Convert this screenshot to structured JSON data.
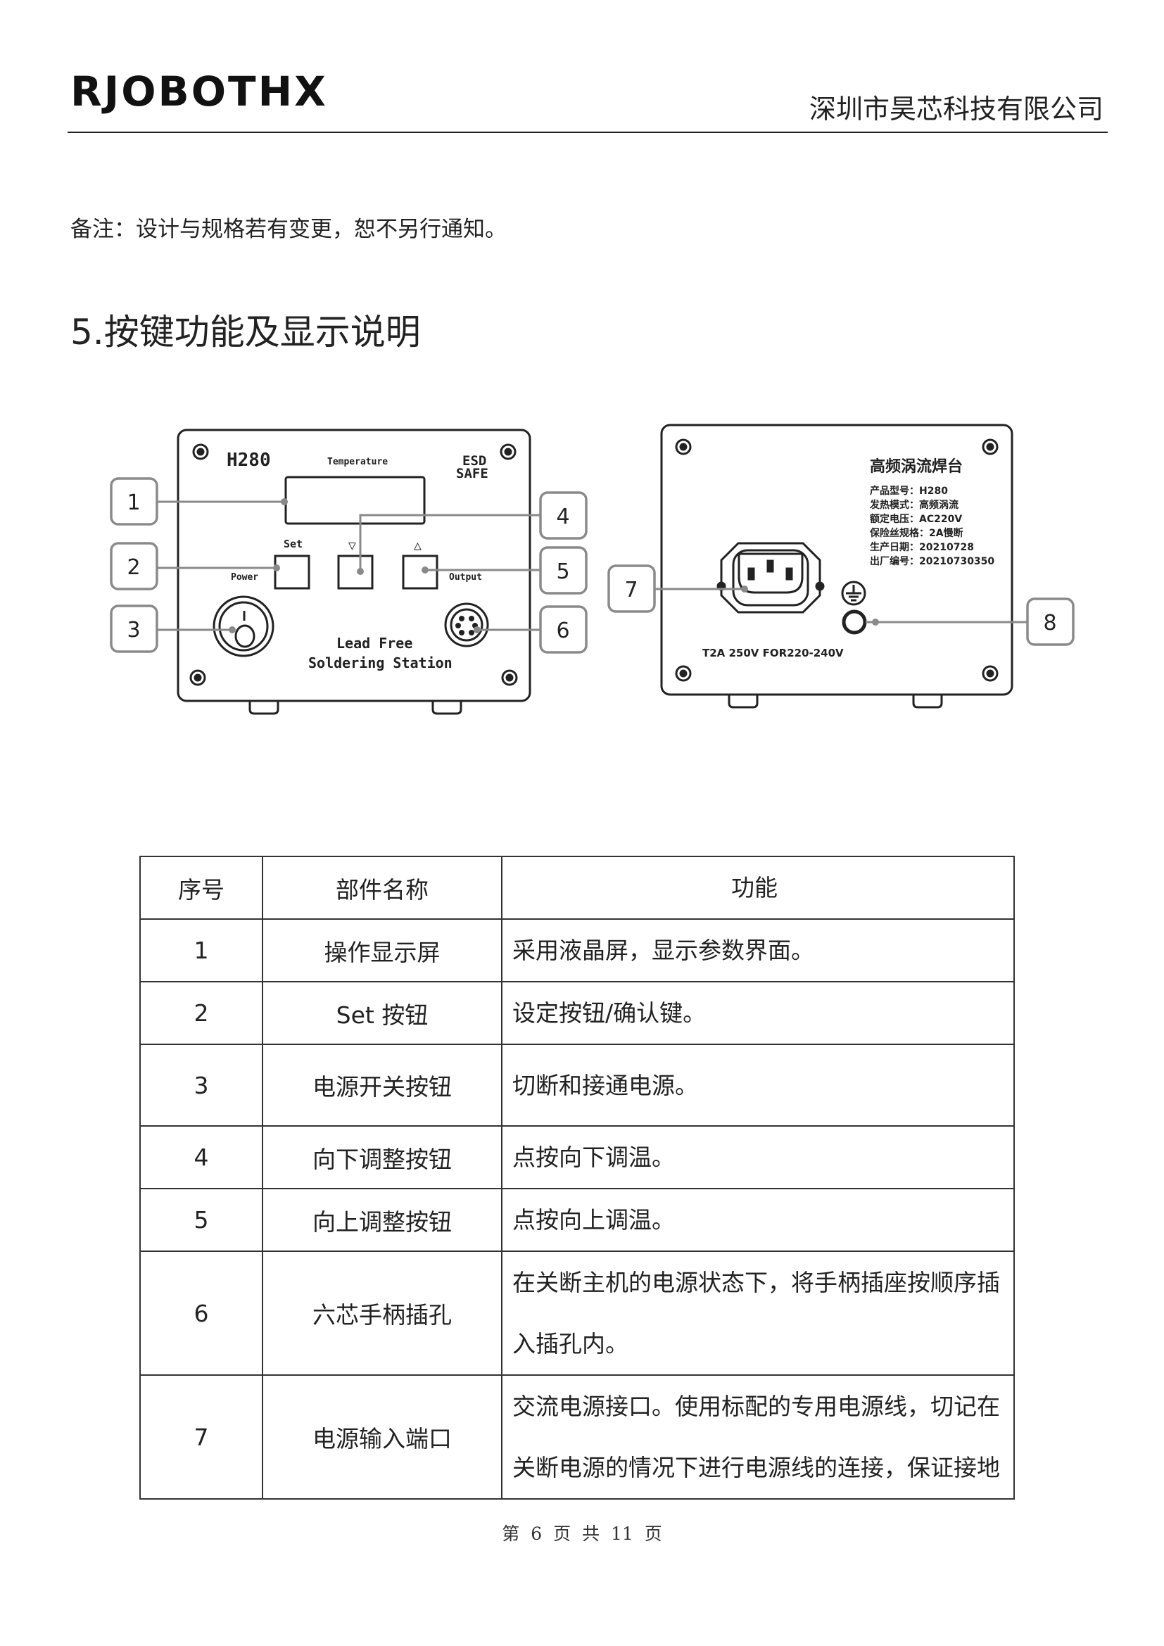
{
  "header": {
    "logo_text": "RJOBOTHX",
    "company": "深圳市昊芯科技有限公司"
  },
  "note": "备注：设计与规格若有变更，恕不另行通知。",
  "section_title": "5.按键功能及显示说明",
  "front_panel": {
    "model": "H280",
    "display_label": "Temperature",
    "esd_line1": "ESD",
    "esd_line2": "SAFE",
    "set_label": "Set",
    "down_symbol": "▽",
    "up_symbol": "△",
    "power_label": "Power",
    "output_label": "Output",
    "product_line1": "Lead Free",
    "product_line2": "Soldering Station"
  },
  "rear_panel": {
    "title": "高频涡流焊台",
    "specs": [
      "产品型号：H280",
      "发热模式：高频涡流",
      "额定电压：AC220V",
      "保险丝规格：2A慢断",
      "生产日期：20210728",
      "出厂编号：20210730350"
    ],
    "fuse_label": "T2A 250V FOR220-240V"
  },
  "callouts": [
    "1",
    "2",
    "3",
    "4",
    "5",
    "6",
    "7",
    "8"
  ],
  "table": {
    "headers": [
      "序号",
      "部件名称",
      "功能"
    ],
    "rows": [
      {
        "no": "1",
        "name": "操作显示屏",
        "func": "采用液晶屏，显示参数界面。"
      },
      {
        "no": "2",
        "name": "Set 按钮",
        "func": "设定按钮/确认键。"
      },
      {
        "no": "3",
        "name": "电源开关按钮",
        "func": "切断和接通电源。"
      },
      {
        "no": "4",
        "name": "向下调整按钮",
        "func": "点按向下调温。"
      },
      {
        "no": "5",
        "name": "向上调整按钮",
        "func": "点按向上调温。"
      },
      {
        "no": "6",
        "name": "六芯手柄插孔",
        "func": "在关断主机的电源状态下，将手柄插座按顺序插入插孔内。"
      },
      {
        "no": "7",
        "name": "电源输入端口",
        "func": "交流电源接口。使用标配的专用电源线，切记在关断电源的情况下进行电源线的连接，保证接地"
      }
    ]
  },
  "footer": "第 6 页 共 11 页"
}
